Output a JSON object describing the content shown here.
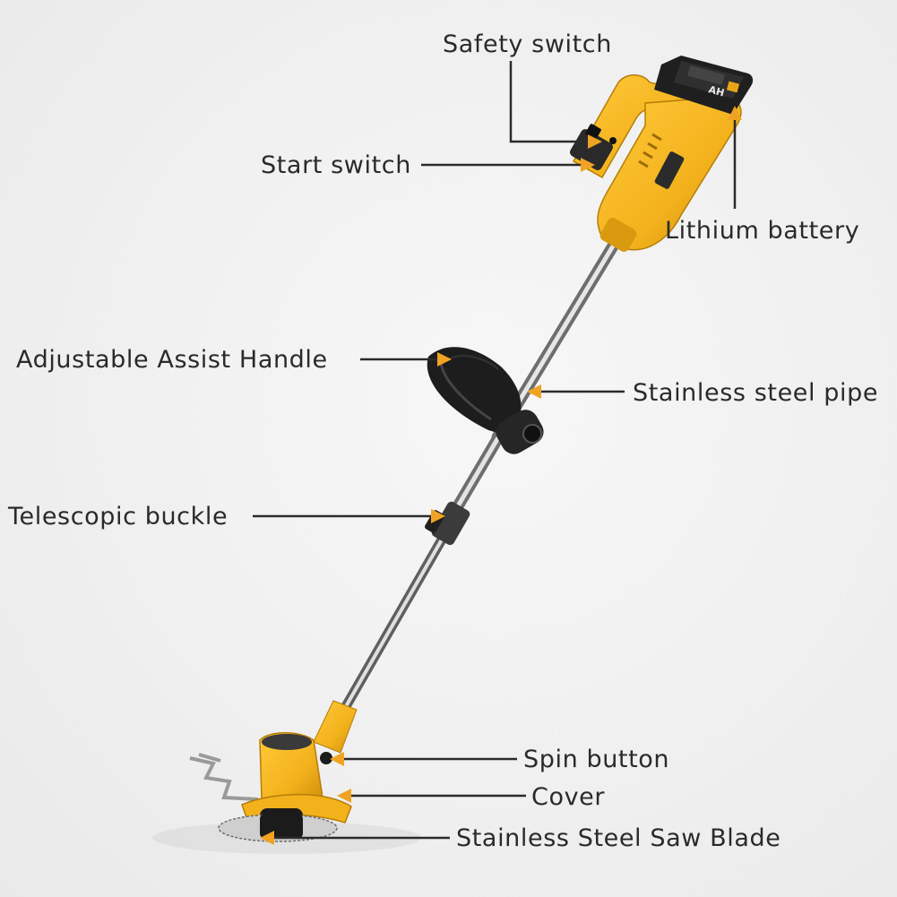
{
  "labels": {
    "safety_switch": "Safety switch",
    "start_switch": "Start switch",
    "lithium_battery": "Lithium battery",
    "assist_handle": "Adjustable Assist Handle",
    "steel_pipe": "Stainless steel pipe",
    "telescopic_buckle": "Telescopic buckle",
    "spin_button": "Spin button",
    "cover": "Cover",
    "saw_blade": "Stainless Steel Saw Blade"
  },
  "battery_marking": "AH",
  "colors": {
    "body_yellow": "#f3b21c",
    "arrow_orange": "#f0a323",
    "handle_black": "#1d1d1d",
    "pipe_steel": "#c9c9c9",
    "text": "#2a2a2a"
  }
}
